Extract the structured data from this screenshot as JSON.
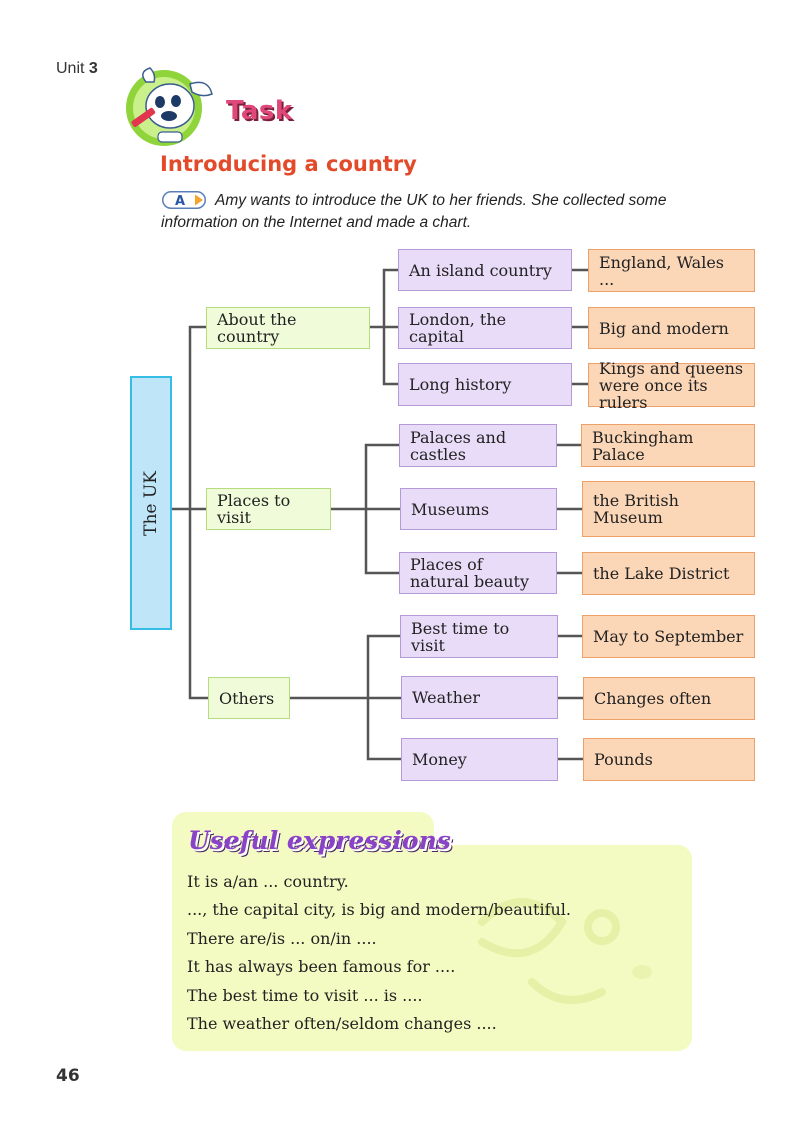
{
  "header": {
    "unit_label": "Unit",
    "unit_number": "3",
    "task_title": "Task"
  },
  "section": {
    "title": "Introducing a country",
    "badge": "A",
    "intro": "Amy wants to introduce the UK to her friends. She collected some information on the Internet and made a chart."
  },
  "chart": {
    "root": "The UK",
    "branches": [
      {
        "label": "About the country",
        "children": [
          {
            "label": "An island country",
            "detail": "England, Wales ..."
          },
          {
            "label": "London, the capital",
            "detail": "Big and modern"
          },
          {
            "label": "Long history",
            "detail": "Kings and queens were once its rulers"
          }
        ]
      },
      {
        "label": "Places to visit",
        "children": [
          {
            "label": "Palaces and castles",
            "detail": "Buckingham Palace"
          },
          {
            "label": "Museums",
            "detail": "the British Museum"
          },
          {
            "label": "Places of natural beauty",
            "detail": "the Lake District"
          }
        ]
      },
      {
        "label": "Others",
        "children": [
          {
            "label": "Best time to visit",
            "detail": "May to September"
          },
          {
            "label": "Weather",
            "detail": "Changes often"
          },
          {
            "label": "Money",
            "detail": "Pounds"
          }
        ]
      }
    ]
  },
  "useful": {
    "title": "Useful expressions",
    "expressions": [
      "It is a/an ... country.",
      "..., the capital city, is big and modern/beautiful.",
      "There are/is ... on/in ....",
      "It has always been famous for ....",
      "The best time to visit ... is ....",
      "The weather often/seldom changes ...."
    ]
  },
  "footer": {
    "page_number": "46"
  },
  "colors": {
    "title_red": "#e34a2a",
    "task_pink": "#e0477a",
    "root_blue": "#bfe6f8",
    "level1_green": "#f0fbd9",
    "level2_purple": "#e9dcf8",
    "level3_orange": "#fbd7b8",
    "panel_yellow": "#f4fbc2"
  }
}
